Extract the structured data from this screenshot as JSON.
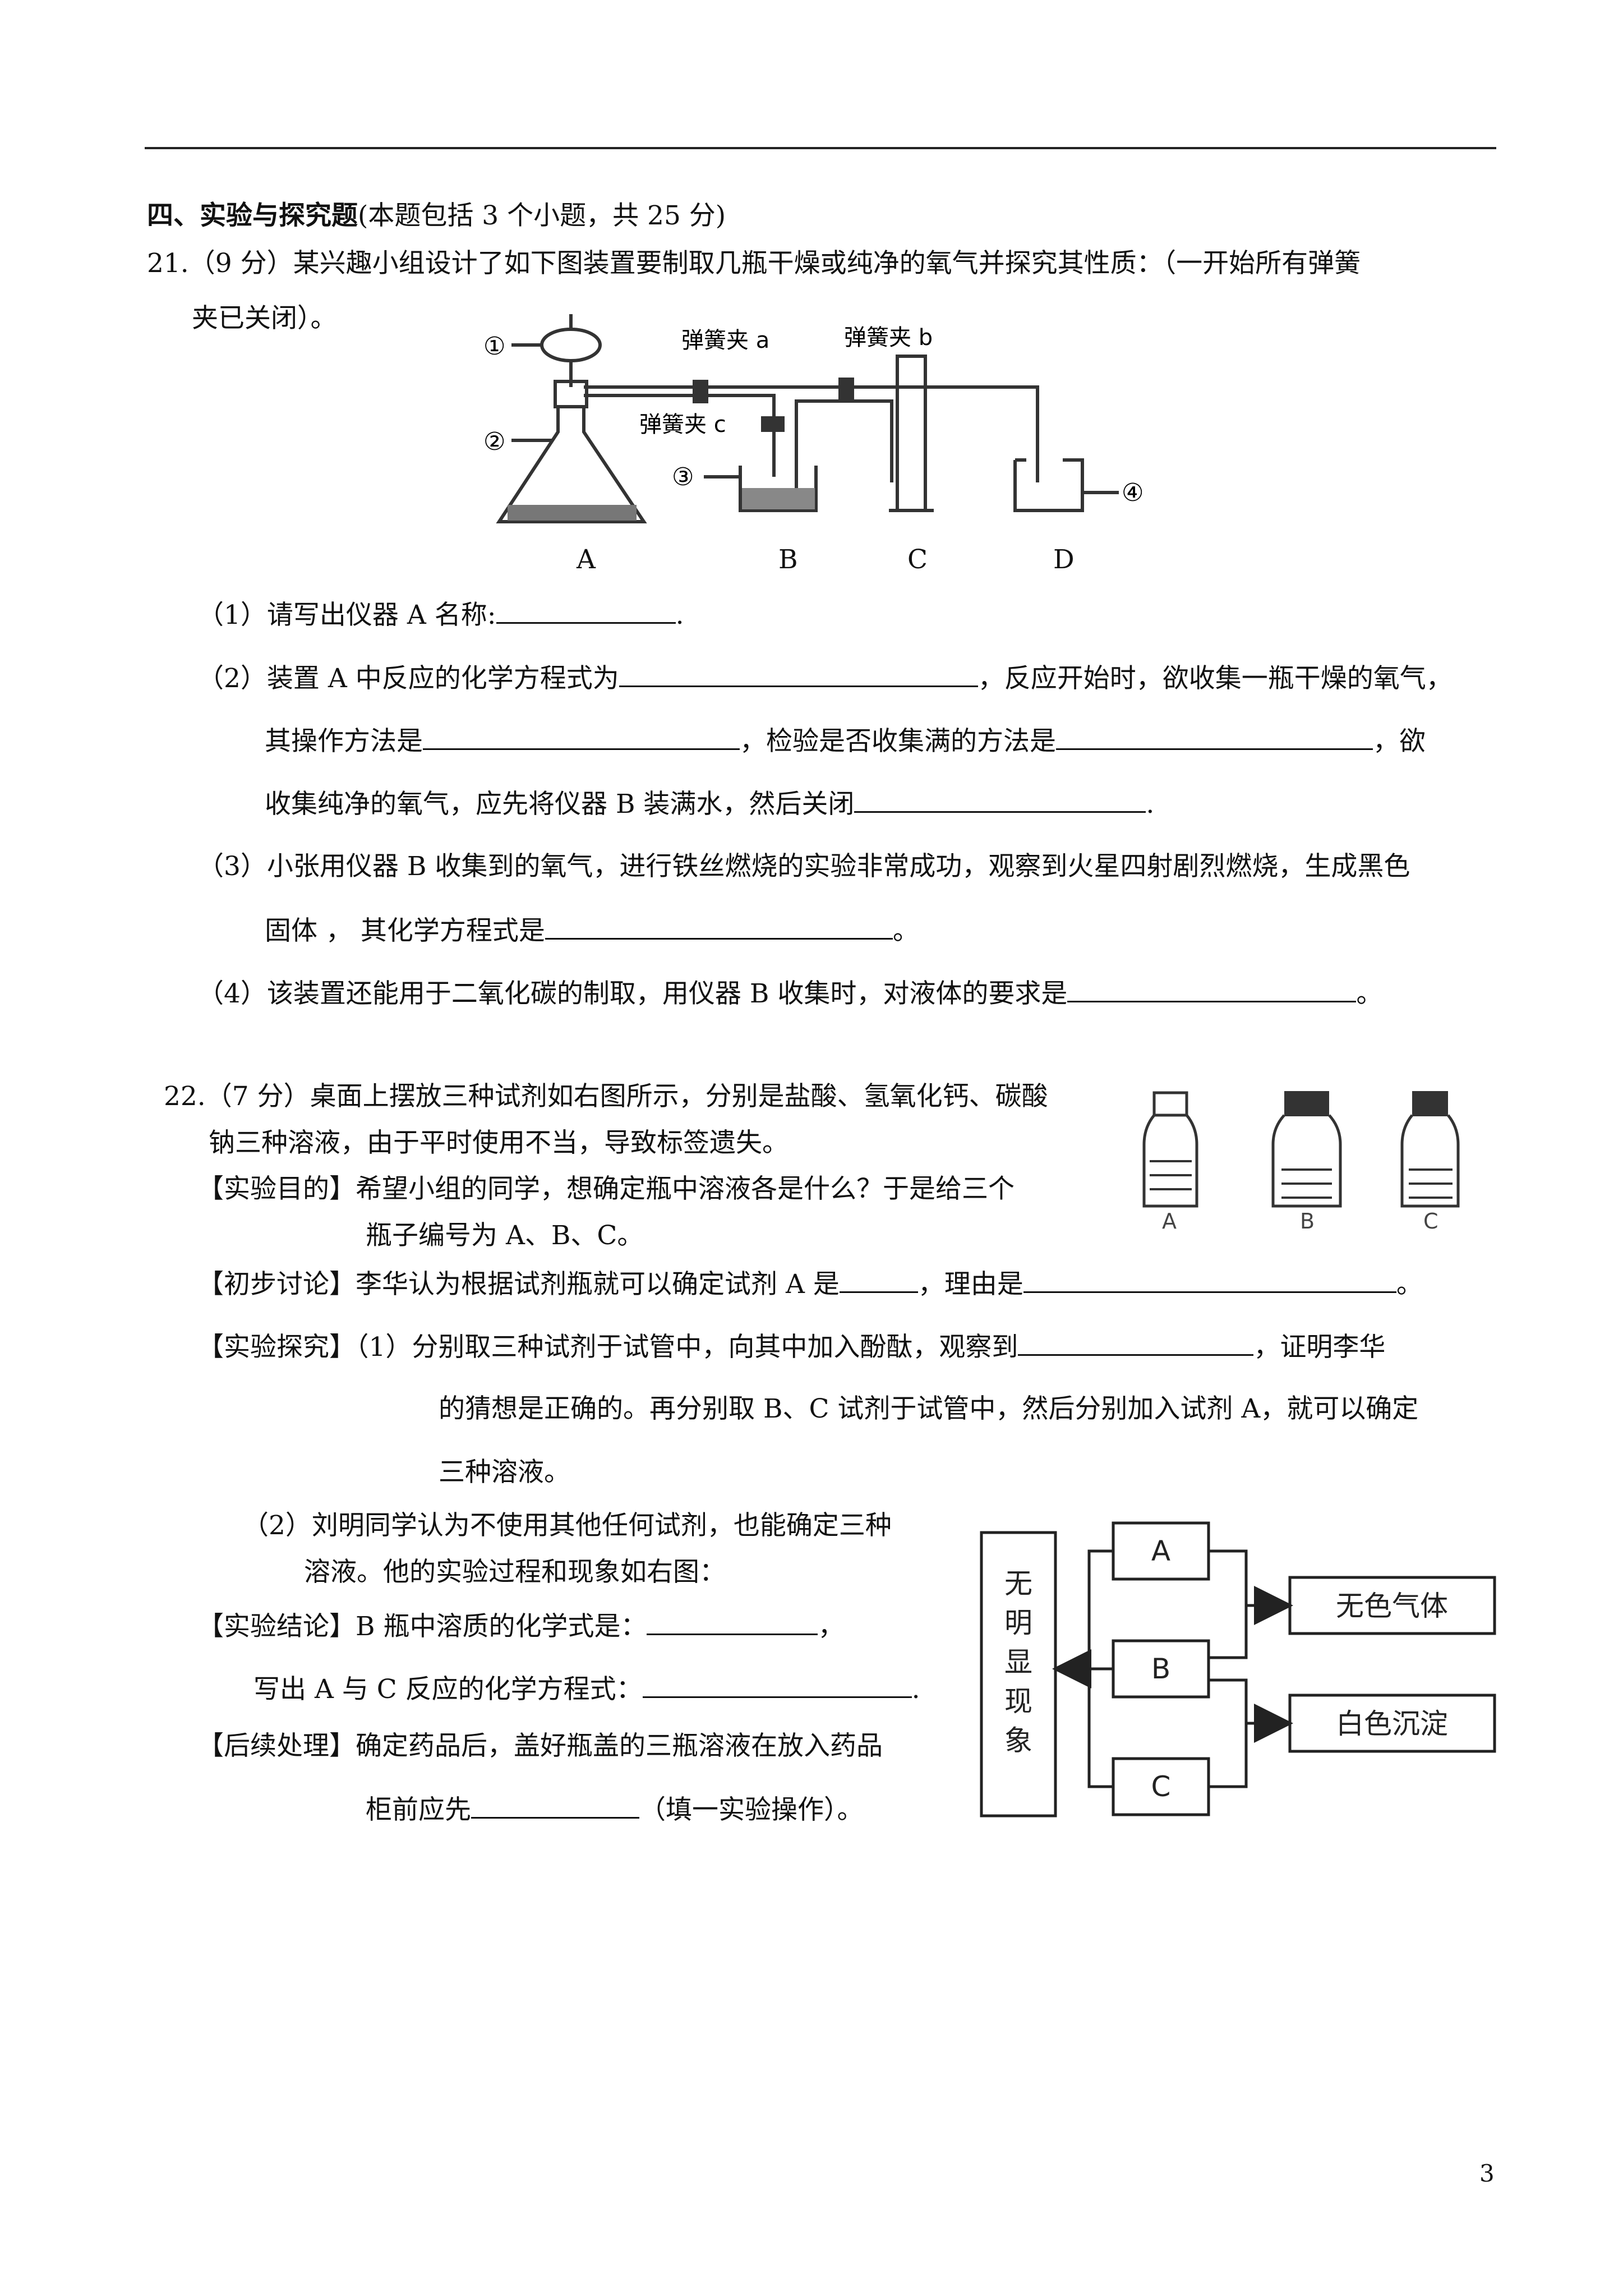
{
  "section": {
    "title": "四、实验与探究题",
    "note": "(本题包括 3 个小题，共 25 分)"
  },
  "q21": {
    "stem1": "21.（9 分）某兴趣小组设计了如下图装置要制取几瓶干燥或纯净的氧气并探究其性质：（一开始所有弹簧",
    "stem2": "夹已关闭）。",
    "figure": {
      "circle1": "①",
      "circle2": "②",
      "circle3": "③",
      "circle4": "④",
      "clip_a": "弹簧夹 a",
      "clip_b": "弹簧夹 b",
      "clip_c": "弹簧夹 c",
      "label_A": "A",
      "label_B": "B",
      "label_C": "C",
      "label_D": "D"
    },
    "p1a": "（1）请写出仪器 A 名称:",
    "p1b": ".",
    "p2a": "（2）装置 A 中反应的化学方程式为",
    "p2b": "，反应开始时，欲收集一瓶干燥的氧气，",
    "p2c": "其操作方法是",
    "p2d": "，检验是否收集满的方法是",
    "p2e": "，欲",
    "p2f": "收集纯净的氧气，应先将仪器 B 装满水，然后关闭",
    "p2g": ".",
    "p3a": "（3）小张用仪器 B 收集到的氧气，进行铁丝燃烧的实验非常成功，观察到火星四射剧烈燃烧，生成黑色",
    "p3b": "固体 ， 其化学方程式是",
    "p3c": "。",
    "p4a": "（4）该装置还能用于二氧化碳的制取，用仪器 B 收集时，对液体的要求是",
    "p4b": "。"
  },
  "q22": {
    "stem1": "22.（7 分）桌面上摆放三种试剂如右图所示，分别是盐酸、氢氧化钙、碳酸",
    "stem2": "钠三种溶液，由于平时使用不当，导致标签遗失。",
    "goal1": "【实验目的】希望小组的同学，想确定瓶中溶液各是什么？于是给三个",
    "goal2": "瓶子编号为 A、B、C。",
    "disc_a": "【初步讨论】李华认为根据试剂瓶就可以确定试剂 A 是",
    "disc_b": "，理由是",
    "disc_c": "。",
    "exp1a": "【实验探究】（1）分别取三种试剂于试管中，向其中加入酚酞，观察到",
    "exp1b": "，证明李华",
    "exp1c": "的猜想是正确的。再分别取 B、C 试剂于试管中，然后分别加入试剂 A，就可以确定",
    "exp1d": "三种溶液。",
    "exp2a": "（2）刘明同学认为不使用其他任何试剂，也能确定三种",
    "exp2b": "溶液。他的实验过程和现象如右图：",
    "concl_a": "【实验结论】B 瓶中溶质的化学式是：",
    "concl_b": "，",
    "eq_a": "写出 A 与 C 反应的化学方程式：",
    "eq_b": ".",
    "post_a": "【后续处理】确定药品后，盖好瓶盖的三瓶溶液在放入药品",
    "post_b": "柜前应先",
    "post_c": "（填一实验操作）。",
    "bottles": {
      "A": "A",
      "B": "B",
      "C": "C"
    },
    "flow": {
      "left_box": [
        "无",
        "明",
        "显",
        "现",
        "象"
      ],
      "A": "A",
      "B": "B",
      "C": "C",
      "gas": "无色气体",
      "precip": "白色沉淀"
    }
  },
  "page_number": "3"
}
